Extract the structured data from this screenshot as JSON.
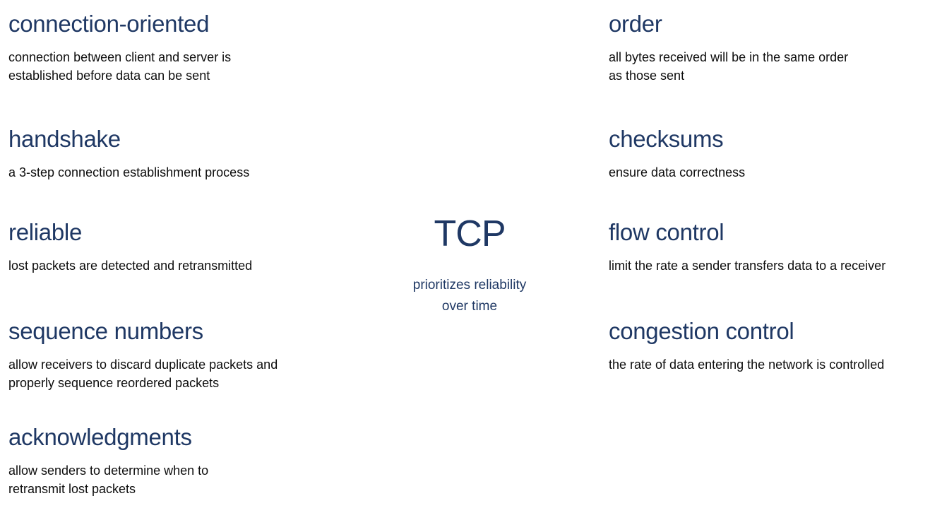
{
  "colors": {
    "heading_navy": "#1f3864",
    "body_text": "#0d0d0d",
    "background": "#ffffff"
  },
  "center": {
    "title": "TCP",
    "subtitle": "prioritizes reliability\nover time"
  },
  "left_column": [
    {
      "heading": "connection-oriented",
      "description": "connection between client and server is\nestablished before data can be sent"
    },
    {
      "heading": "handshake",
      "description": "a 3-step connection establishment process"
    },
    {
      "heading": "reliable",
      "description": "lost packets are detected and retransmitted"
    },
    {
      "heading": "sequence numbers",
      "description": "allow receivers to discard duplicate packets and\nproperly sequence reordered packets"
    },
    {
      "heading": "acknowledgments",
      "description": "allow senders to determine when to\nretransmit lost packets"
    }
  ],
  "right_column": [
    {
      "heading": "order",
      "description": "all bytes received will be in the same order\nas those sent"
    },
    {
      "heading": "checksums",
      "description": "ensure data correctness"
    },
    {
      "heading": "flow control",
      "description": "limit the rate a sender transfers data to a receiver"
    },
    {
      "heading": "congestion control",
      "description": "the rate of data entering the network is controlled"
    }
  ]
}
